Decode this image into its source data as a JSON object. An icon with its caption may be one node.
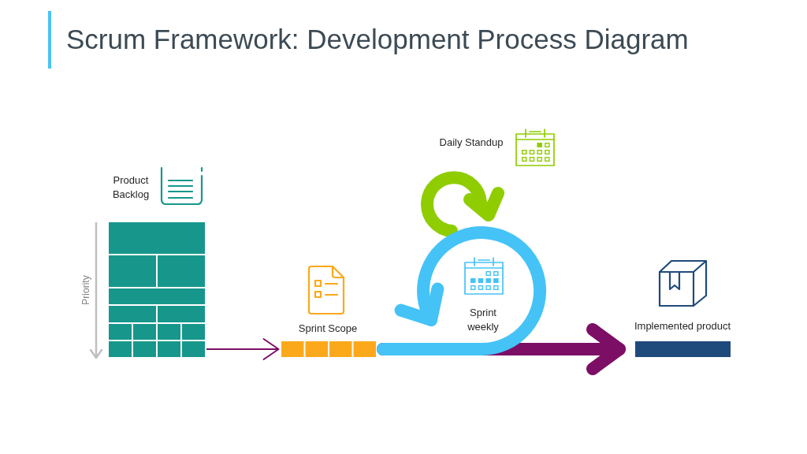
{
  "diagram": {
    "title": "Scrum Framework: Development Process Diagram",
    "nodes": [
      {
        "text": [
          "Product Backlog"
        ]
      },
      {
        "text": [
          "Sprint Scope"
        ]
      },
      {
        "text": [
          "Sprint weekly"
        ]
      },
      {
        "text": [
          "Daily Standup"
        ]
      },
      {
        "text": [
          "Implemented product"
        ]
      }
    ],
    "edges": [
      {
        "from": 0,
        "to": 1,
        "arrow": "to"
      },
      {
        "from": 1,
        "to": 4,
        "arrow": "to"
      },
      {
        "from": 1,
        "to": 2,
        "arrow": "to",
        "color": "#45c3f7"
      }
    ],
    "labels": [
      "Priority"
    ]
  }
}
